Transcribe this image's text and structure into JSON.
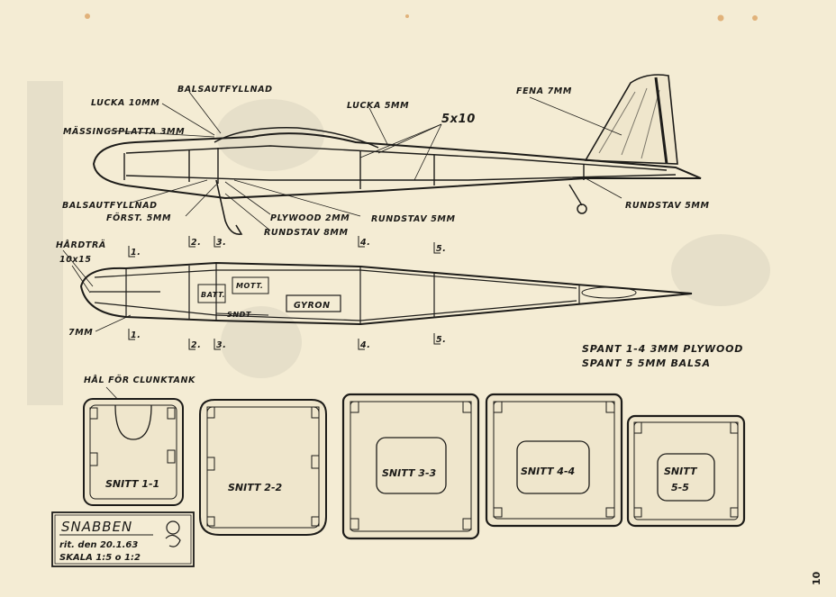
{
  "labels": {
    "lucka_10mm": "LUCKA 10MM",
    "balsautfyllnad_top": "BALSAUTFYLLNAD",
    "mässingsplatta": "MÄSSINGSPLATTA 3MM",
    "lucka_5mm": "LUCKA 5MM",
    "five_x_ten": "5x10",
    "fena": "FENA 7MM",
    "balsautfyllnad_bottom": "BALSAUTFYLLNAD",
    "förstärkning": "FÖRST. 5MM",
    "plywood": "PLYWOOD 2MM",
    "rundstav_mid": "RUNDSTAV 5MM",
    "rundstav_low": "RUNDSTAV 8MM",
    "rundstav_tail": "RUNDSTAV 5MM",
    "hårdträ_1": "HÅRDTRÄ",
    "hårdträ_2": "10x15",
    "seven_mm": "7MM",
    "batt": "BATT.",
    "mott": "MOTT.",
    "gyron": "GYRON",
    "sndt": "SNDT",
    "spant_1": "SPANT  1-4  3MM PLYWOOD",
    "spant_2": "SPANT  5     5MM BALSA",
    "hål": "HÅL FÖR CLUNKTANK",
    "page_number": "10"
  },
  "section_markers": {
    "top": [
      "1.",
      "2.",
      "3.",
      "4.",
      "5."
    ],
    "bottom": [
      "1.",
      "2.",
      "3.",
      "4.",
      "5."
    ]
  },
  "sections": [
    {
      "line1": "SNITT 1-1",
      "line2": ""
    },
    {
      "line1": "SNITT 2-2",
      "line2": ""
    },
    {
      "line1": "SNITT 3-3",
      "line2": ""
    },
    {
      "line1": "SNITT 4-4",
      "line2": ""
    },
    {
      "line1": "SNITT",
      "line2": "5-5"
    }
  ],
  "title_block": {
    "name": "SNABBEN",
    "date": "rit. den 20.1.63",
    "scale": "SKALA 1:5 o 1:2"
  },
  "colors": {
    "paper": "#f4ecd4",
    "ink": "#1d1c19",
    "wood": "#efe6cc"
  }
}
